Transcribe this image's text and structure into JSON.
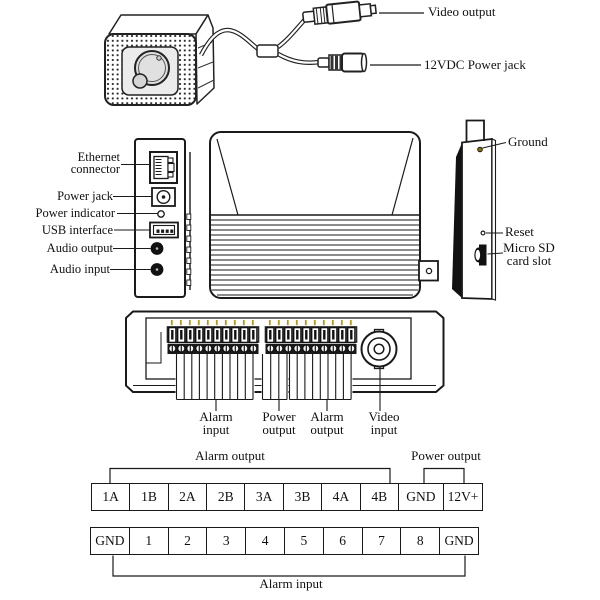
{
  "camera": {
    "video_output": "Video output",
    "power_jack": "12VDC Power jack"
  },
  "left_panel": {
    "ethernet": "Ethernet\nconnector",
    "power_jack": "Power jack",
    "power_indicator": "Power indicator",
    "usb": "USB interface",
    "audio_output": "Audio output",
    "audio_input": "Audio input"
  },
  "right_panel": {
    "ground": "Ground",
    "reset": "Reset",
    "micro_sd": "Micro SD\ncard slot"
  },
  "terminals": {
    "alarm_input": "Alarm\ninput",
    "power_output": "Power\noutput",
    "alarm_output": "Alarm\noutput",
    "video_input": "Video\ninput"
  },
  "table": {
    "alarm_output_label": "Alarm output",
    "power_output_label": "Power output",
    "alarm_input_label": "Alarm input",
    "row1": [
      "1A",
      "1B",
      "2A",
      "2B",
      "3A",
      "3B",
      "4A",
      "4B",
      "GND",
      "12V+"
    ],
    "row2": [
      "GND",
      "1",
      "2",
      "3",
      "4",
      "5",
      "6",
      "7",
      "8",
      "GND"
    ]
  },
  "colors": {
    "line": "#1a1a1a",
    "terminal_tick": "#b49a18",
    "ground_screw": "#8a7400"
  }
}
